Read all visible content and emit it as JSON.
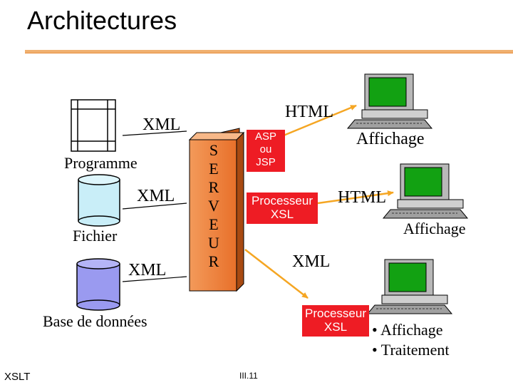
{
  "title": "Architectures",
  "sources": {
    "programme": {
      "label": "Programme",
      "xml": "XML"
    },
    "fichier": {
      "label": "Fichier",
      "xml": "XML"
    },
    "database": {
      "label": "Base de données",
      "xml": "XML"
    }
  },
  "server": {
    "letters": [
      "S",
      "E",
      "R",
      "V",
      "E",
      "U",
      "R"
    ]
  },
  "processors": {
    "asp": {
      "lines": [
        "ASP",
        "ou",
        "JSP"
      ]
    },
    "xsl1": {
      "lines": [
        "Processeur",
        "XSL"
      ]
    },
    "xsl2": {
      "lines": [
        "Processeur",
        "XSL"
      ]
    }
  },
  "outputs": {
    "html1": "HTML",
    "affichage1": "Affichage",
    "html2": "HTML",
    "affichage2": "Affichage",
    "xml3": "XML",
    "bullets": [
      "• Affichage",
      "• Traitement"
    ]
  },
  "footer": {
    "left": "XSLT",
    "center": "III.11"
  },
  "colors": {
    "red": "#ee1c24",
    "server": "#e8702a",
    "arrow": "#f5a623",
    "cyl1": "#c9eef8",
    "cyl2": "#9a9af0",
    "screen": "#12a112"
  }
}
